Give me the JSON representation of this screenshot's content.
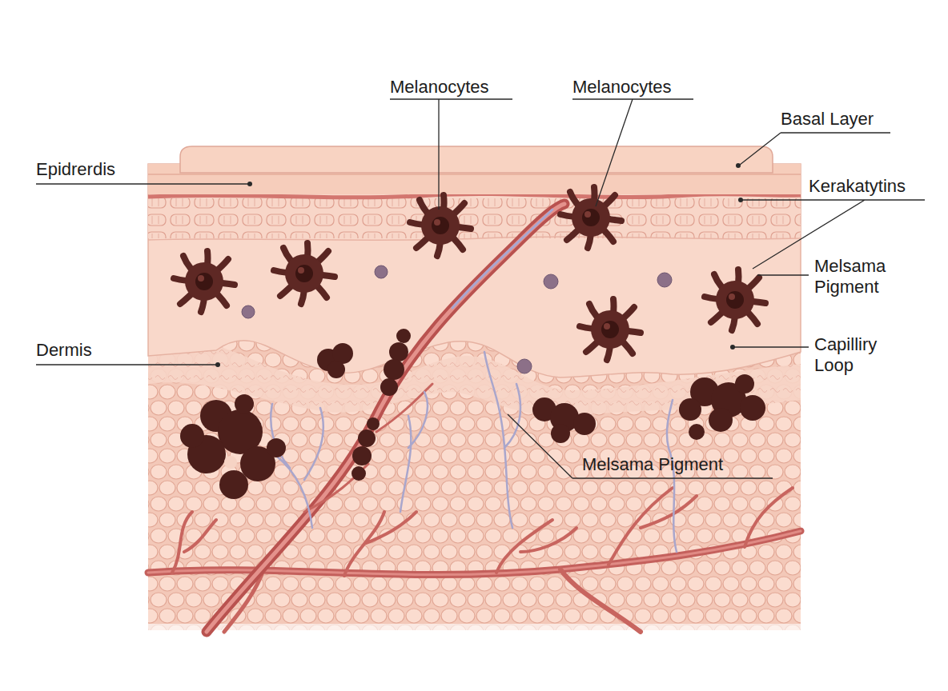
{
  "diagram": {
    "labels": [
      "Melanocytes",
      "Melanocytes",
      "Basal Layer",
      "Epidrerdis",
      "Kerakatytins",
      "Melsama Pigment",
      "Dermis",
      "Capilliry Loop",
      "Melsama Pigment"
    ]
  }
}
